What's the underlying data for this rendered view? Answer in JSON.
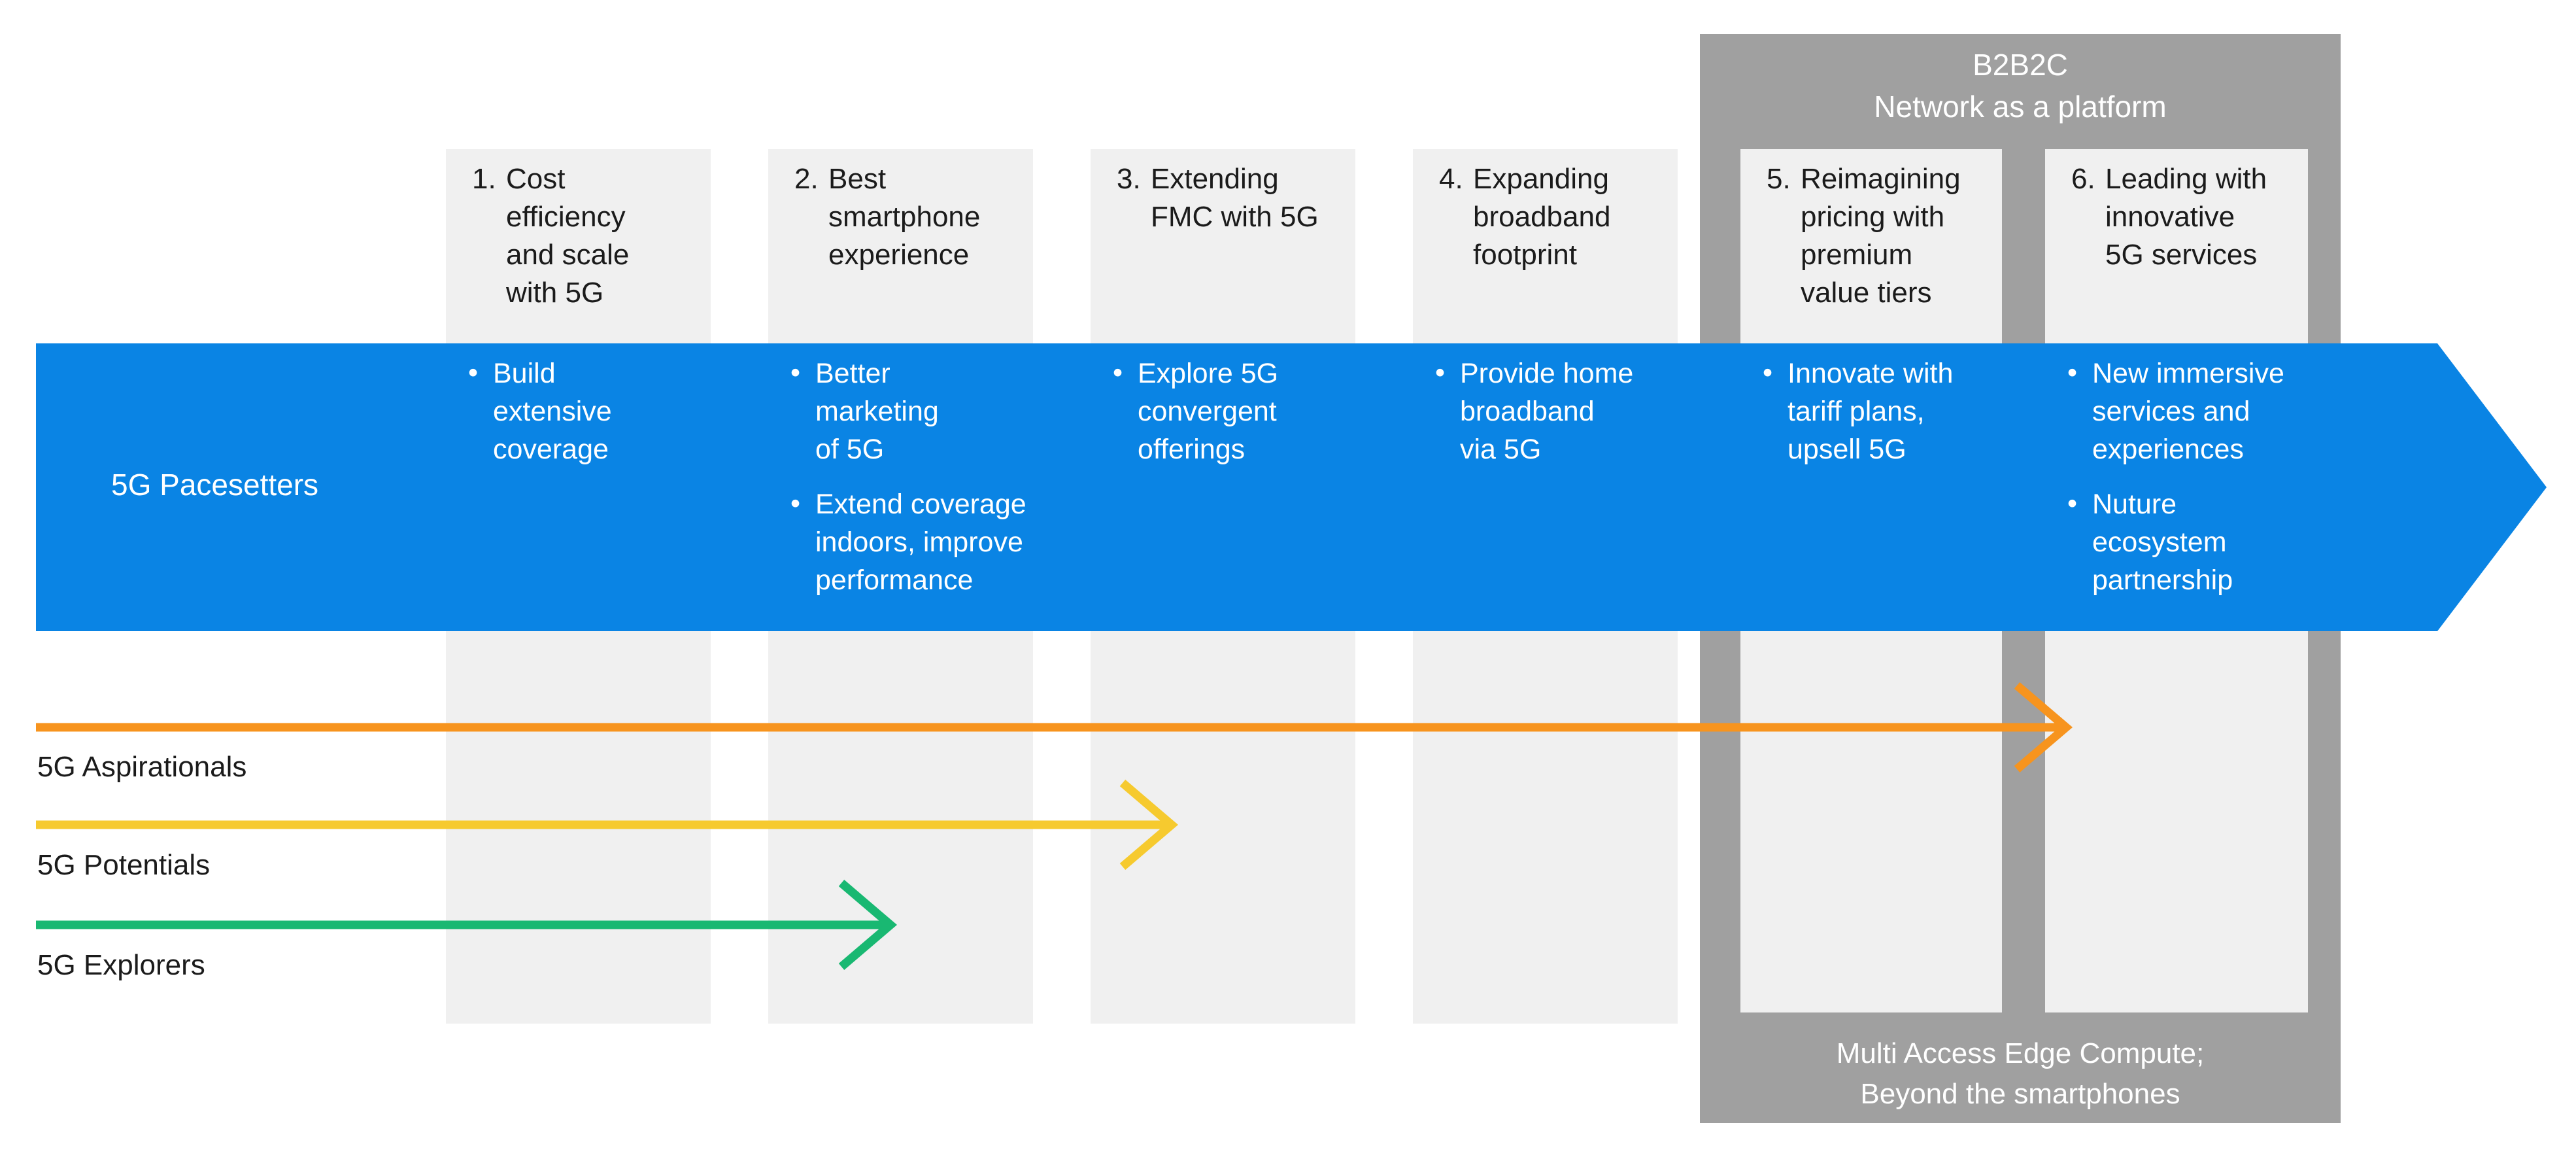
{
  "colors": {
    "band_blue": "#0a84e4",
    "panel_grey": "#a0a0a0",
    "column_grey": "#f0f0f0",
    "text_dark": "#1b1b1b",
    "text_light": "#ffffff",
    "arrow_aspirationals": "#f7941e",
    "arrow_potentials": "#f6ca2f",
    "arrow_explorers": "#19b872"
  },
  "b2b2c": {
    "title": "B2B2C",
    "subtitle": "Network as a platform",
    "footer_line1": "Multi Access Edge Compute;",
    "footer_line2": "Beyond the smartphones",
    "footer": "Multi Access Edge Compute; Beyond the smartphones"
  },
  "band": {
    "label": "5G Pacesetters"
  },
  "columns": [
    {
      "number": "1.",
      "title": "Cost efficiency and scale with 5G",
      "title_lines": [
        "Cost",
        "efficiency",
        "and scale",
        "with 5G"
      ],
      "bullets": [
        "Build extensive coverage"
      ],
      "bullet_lines": [
        [
          "Build",
          "extensive",
          "coverage"
        ]
      ],
      "in_b2b2c": false
    },
    {
      "number": "2.",
      "title": "Best smartphone experience",
      "title_lines": [
        "Best",
        "smartphone",
        "experience"
      ],
      "bullets": [
        "Better marketing of 5G",
        "Extend coverage indoors, improve performance"
      ],
      "bullet_lines": [
        [
          "Better",
          "marketing",
          "of 5G"
        ],
        [
          "Extend coverage",
          "indoors, improve",
          "performance"
        ]
      ],
      "in_b2b2c": false
    },
    {
      "number": "3.",
      "title": "Extending FMC with 5G",
      "title_lines": [
        "Extending",
        "FMC with 5G"
      ],
      "bullets": [
        "Explore 5G convergent offerings"
      ],
      "bullet_lines": [
        [
          "Explore 5G",
          "convergent",
          "offerings"
        ]
      ],
      "in_b2b2c": false
    },
    {
      "number": "4.",
      "title": "Expanding broadband footprint",
      "title_lines": [
        "Expanding",
        "broadband",
        "footprint"
      ],
      "bullets": [
        "Provide home broadband via 5G"
      ],
      "bullet_lines": [
        [
          "Provide home",
          "broadband",
          "via 5G"
        ]
      ],
      "in_b2b2c": false
    },
    {
      "number": "5.",
      "title": "Reimagining pricing with premium value tiers",
      "title_lines": [
        "Reimagining",
        "pricing with",
        "premium",
        "value tiers"
      ],
      "bullets": [
        "Innovate with tariff plans, upsell 5G"
      ],
      "bullet_lines": [
        [
          "Innovate with",
          "tariff plans,",
          "upsell 5G"
        ]
      ],
      "in_b2b2c": true
    },
    {
      "number": "6.",
      "title": "Leading with innovative 5G services",
      "title_lines": [
        "Leading with",
        "innovative",
        "5G services"
      ],
      "bullets": [
        "New immersive services and experiences",
        "Nuture ecosystem partnership"
      ],
      "bullet_lines": [
        [
          "New immersive",
          "services and",
          "experiences"
        ],
        [
          "Nuture",
          "ecosystem",
          "partnership"
        ]
      ],
      "in_b2b2c": true
    }
  ],
  "segments": [
    {
      "label": "5G Aspirationals",
      "color": "#f7941e",
      "reaches_column": 5
    },
    {
      "label": "5G Potentials",
      "color": "#f6ca2f",
      "reaches_column": 3
    },
    {
      "label": "5G Explorers",
      "color": "#19b872",
      "reaches_column": 2
    }
  ],
  "bullet_glyph": "•"
}
